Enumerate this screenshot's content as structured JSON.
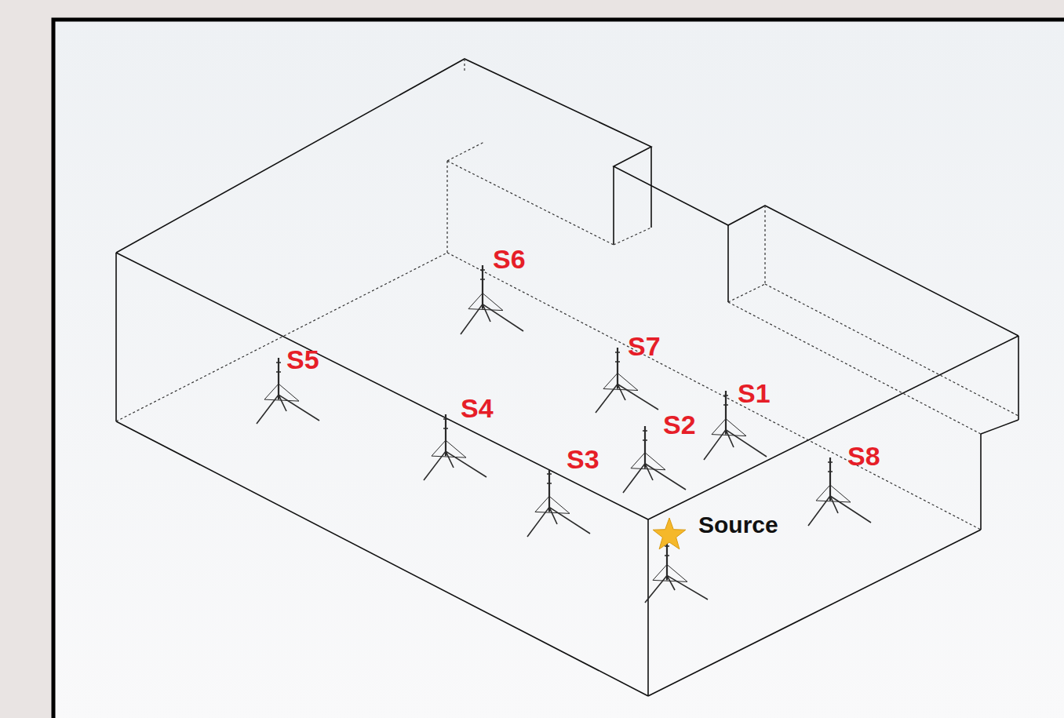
{
  "diagram": {
    "labels": [
      "S6",
      "S5",
      "S7",
      "S4",
      "S1",
      "S2",
      "S3",
      "S8",
      "Source"
    ]
  }
}
